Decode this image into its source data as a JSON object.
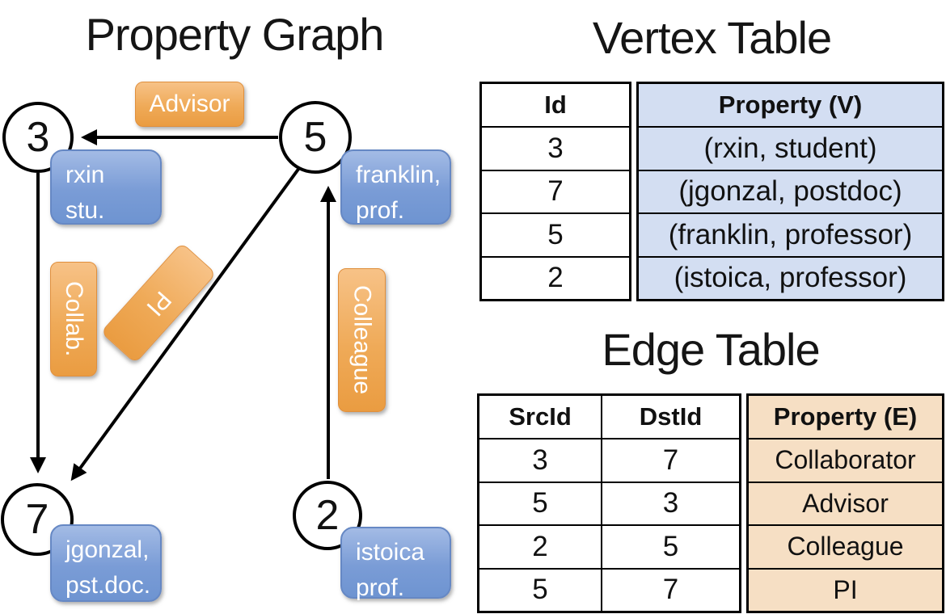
{
  "colors": {
    "edge_label_orange": "#EFA14B",
    "vertex_box_blue": "#7A9CD6",
    "vertex_table_fill": "#D3DEF2",
    "edge_table_fill": "#F6DFC4",
    "line_black": "#000000"
  },
  "graph": {
    "title": "Property Graph",
    "nodes": [
      {
        "id": "3"
      },
      {
        "id": "5"
      },
      {
        "id": "7"
      },
      {
        "id": "2"
      }
    ],
    "vertex_boxes": [
      {
        "line1": "rxin",
        "line2": "stu."
      },
      {
        "line1": "franklin,",
        "line2": "prof."
      },
      {
        "line1": "jgonzal,",
        "line2": "pst.doc."
      },
      {
        "line1": "istoica",
        "line2": "prof."
      }
    ],
    "edge_labels": {
      "advisor": "Advisor",
      "collab": "Collab.",
      "pi": "PI",
      "colleague": "Colleague"
    }
  },
  "vertex_table": {
    "title": "Vertex Table",
    "id_header": "Id",
    "property_header": "Property (V)",
    "rows": [
      {
        "id": "3",
        "property": "(rxin, student)"
      },
      {
        "id": "7",
        "property": "(jgonzal, postdoc)"
      },
      {
        "id": "5",
        "property": "(franklin, professor)"
      },
      {
        "id": "2",
        "property": "(istoica, professor)"
      }
    ]
  },
  "edge_table": {
    "title": "Edge Table",
    "src_header": "SrcId",
    "dst_header": "DstId",
    "property_header": "Property (E)",
    "rows": [
      {
        "src": "3",
        "dst": "7",
        "property": "Collaborator"
      },
      {
        "src": "5",
        "dst": "3",
        "property": "Advisor"
      },
      {
        "src": "2",
        "dst": "5",
        "property": "Colleague"
      },
      {
        "src": "5",
        "dst": "7",
        "property": "PI"
      }
    ]
  }
}
